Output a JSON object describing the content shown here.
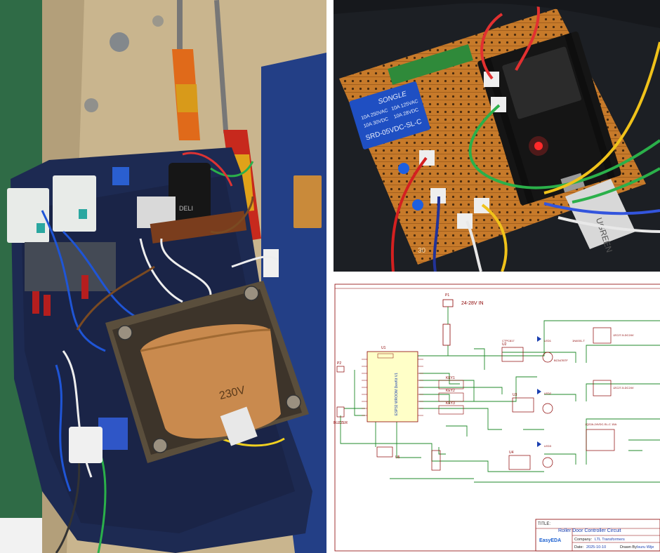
{
  "left_photo": {
    "transformer_label": "230V",
    "capacitor_text": "DELI"
  },
  "top_right_photo": {
    "relay_brand": "SONGLE",
    "relay_ratings": [
      "10A 250VAC",
      "10A 30VDC",
      "10A 125VAC",
      "10A 28VDC"
    ],
    "relay_model": "SRD-05VDC-SL-C",
    "cable_brand": "UGREEN",
    "board_marking": "30"
  },
  "schematic": {
    "power_in_label": "24-28V IN",
    "connector_p1": "P1",
    "connector_p2": "P2",
    "buzzer_label": "BUZZER",
    "mcu_ref": "U1",
    "mcu_name": "ESP32 WROOM DevKit V1",
    "key_labels": [
      "KEY1",
      "KEY2",
      "KEY3"
    ],
    "optocoupler_labels": [
      "U2",
      "U3",
      "U4"
    ],
    "optocoupler_part": "CTPC817",
    "transistor_part": "BC547BTF",
    "led_labels": [
      "LED1",
      "LED2",
      "LED3"
    ],
    "relay_part_a": "JZC27-5-DC24V",
    "relay_part_b": "JQ22A-24VDC-SL-C 15A",
    "diode_part": "1N4001-T",
    "rect_label": "U5",
    "title_block": {
      "title_label": "TITLE:",
      "title": "Roller Door Controller Circuit",
      "company_label": "Company:",
      "company": "LTL Transformers",
      "date_label": "Date:",
      "date": "2025-10-10",
      "drawn_label": "Drawn By:",
      "drawn_by": "Isuru Wije",
      "brand": "EasyEDA"
    }
  }
}
